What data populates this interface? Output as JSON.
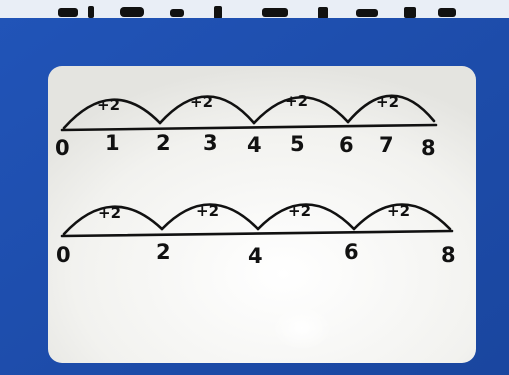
{
  "number_line_1": {
    "hops": [
      "+2",
      "+2",
      "+2",
      "+2"
    ],
    "numbers": [
      "0",
      "1",
      "2",
      "3",
      "4",
      "5",
      "6",
      "7",
      "8"
    ]
  },
  "number_line_2": {
    "hops": [
      "+2",
      "+2",
      "+2",
      "+2"
    ],
    "numbers": [
      "0",
      "2",
      "4",
      "6",
      "8"
    ]
  },
  "colors": {
    "background": "#1d4fb0",
    "whiteboard": "#f3f3f1",
    "marker": "#111111"
  }
}
